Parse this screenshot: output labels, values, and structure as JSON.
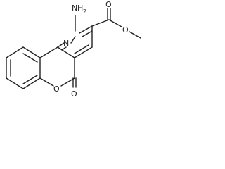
{
  "molecule": {
    "atoms": {
      "amine_n": "N",
      "amine_h": "H",
      "amine_h_count": "2",
      "pyridine_n": "N",
      "ester_carbonyl_o": "O",
      "ester_ether_o": "O",
      "lactone_ring_o": "O",
      "lactone_carbonyl_o": "O"
    }
  },
  "colors": {
    "bond": "#222222",
    "background": "#ffffff"
  }
}
